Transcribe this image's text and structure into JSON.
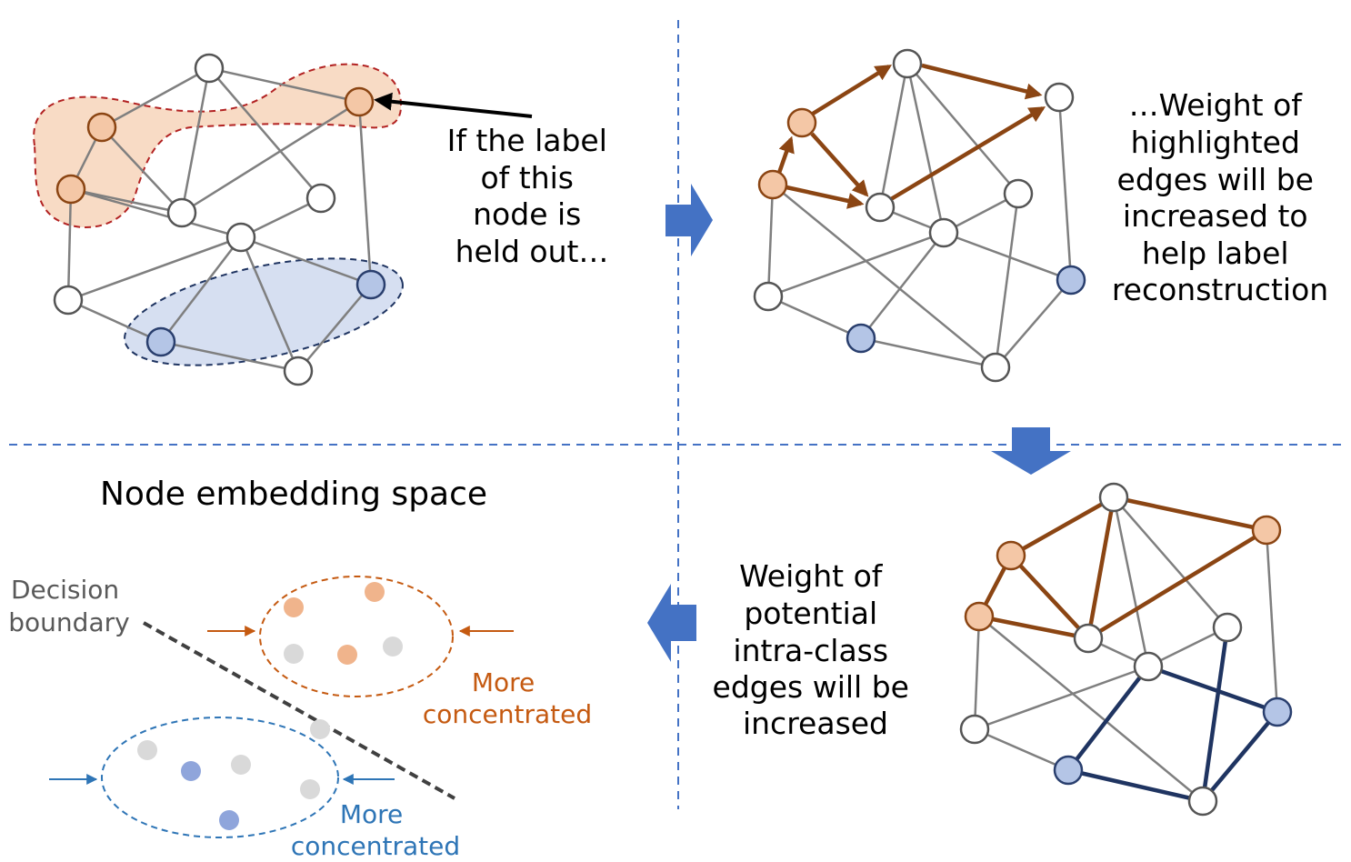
{
  "panel_tl": {
    "caption_lines": [
      "If the label",
      "of this",
      "node is",
      "held out…"
    ]
  },
  "panel_tr": {
    "caption_lines": [
      "…Weight of",
      "highlighted",
      "edges will be",
      "increased to",
      "help label",
      "reconstruction"
    ]
  },
  "panel_br": {
    "caption_lines": [
      "Weight of",
      "potential",
      "intra-class",
      "edges will be",
      "increased"
    ]
  },
  "panel_bl": {
    "title": "Node embedding space",
    "decision_boundary_lines": [
      "Decision",
      "boundary"
    ],
    "orange_cluster_label": [
      "More",
      "concentrated"
    ],
    "blue_cluster_label": [
      "More",
      "concentrated"
    ]
  },
  "colors": {
    "orange_fill": "#F4C7A6",
    "orange_stroke": "#8B4513",
    "blue_fill": "#B4C5E6",
    "blue_stroke": "#1F3461",
    "divider": "#4472C4",
    "arrow": "#4472C4",
    "orange_text": "#C55A11",
    "blue_text": "#2E75B6",
    "gray_text": "#595959"
  }
}
